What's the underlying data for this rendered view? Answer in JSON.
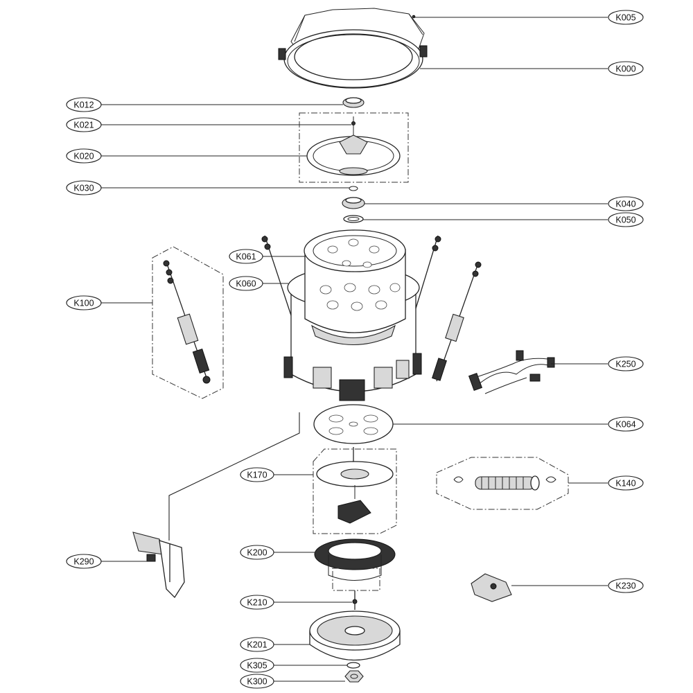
{
  "diagram": {
    "callouts": {
      "k005": "K005",
      "k000": "K000",
      "k012": "K012",
      "k021": "K021",
      "k020": "K020",
      "k030": "K030",
      "k040": "K040",
      "k050": "K050",
      "k061": "K061",
      "k060": "K060",
      "k100": "K100",
      "k250": "K250",
      "k064": "K064",
      "k170": "K170",
      "k140": "K140",
      "k200": "K200",
      "k290": "K290",
      "k230": "K230",
      "k210": "K210",
      "k201": "K201",
      "k305": "K305",
      "k300": "K300"
    }
  }
}
